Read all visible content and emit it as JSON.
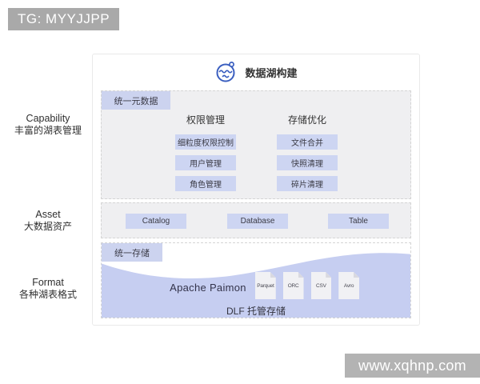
{
  "watermarks": {
    "top_left": "TG: MYYJJPP",
    "bottom_right": "www.xqhnp.com"
  },
  "diagram": {
    "title": "数据湖构建",
    "side_labels": [
      {
        "en": "Capability",
        "zh": "丰富的湖表管理"
      },
      {
        "en": "Asset",
        "zh": "大数据资产"
      },
      {
        "en": "Format",
        "zh": "各种湖表格式"
      }
    ],
    "metadata_section": {
      "tab": "统一元数据",
      "columns": [
        {
          "heading": "权限管理",
          "items": [
            "细粒度权限控制",
            "用户管理",
            "角色管理"
          ]
        },
        {
          "heading": "存储优化",
          "items": [
            "文件合并",
            "快照清理",
            "碎片清理"
          ]
        }
      ]
    },
    "asset_section": {
      "items": [
        "Catalog",
        "Database",
        "Table"
      ]
    },
    "storage_section": {
      "tab": "统一存储",
      "engine": "Apache Paimon",
      "file_formats": [
        "Parquet",
        "ORC",
        "CSV",
        "Avro"
      ],
      "footer": "DLF 托管存储"
    },
    "colors": {
      "accent_blue": "#3b5fc0",
      "lavender": "#cdd5f2",
      "wave_purple": "#c6cef1",
      "section_gray": "#efeff1",
      "watermark_gray": "#a9a9a9"
    }
  }
}
